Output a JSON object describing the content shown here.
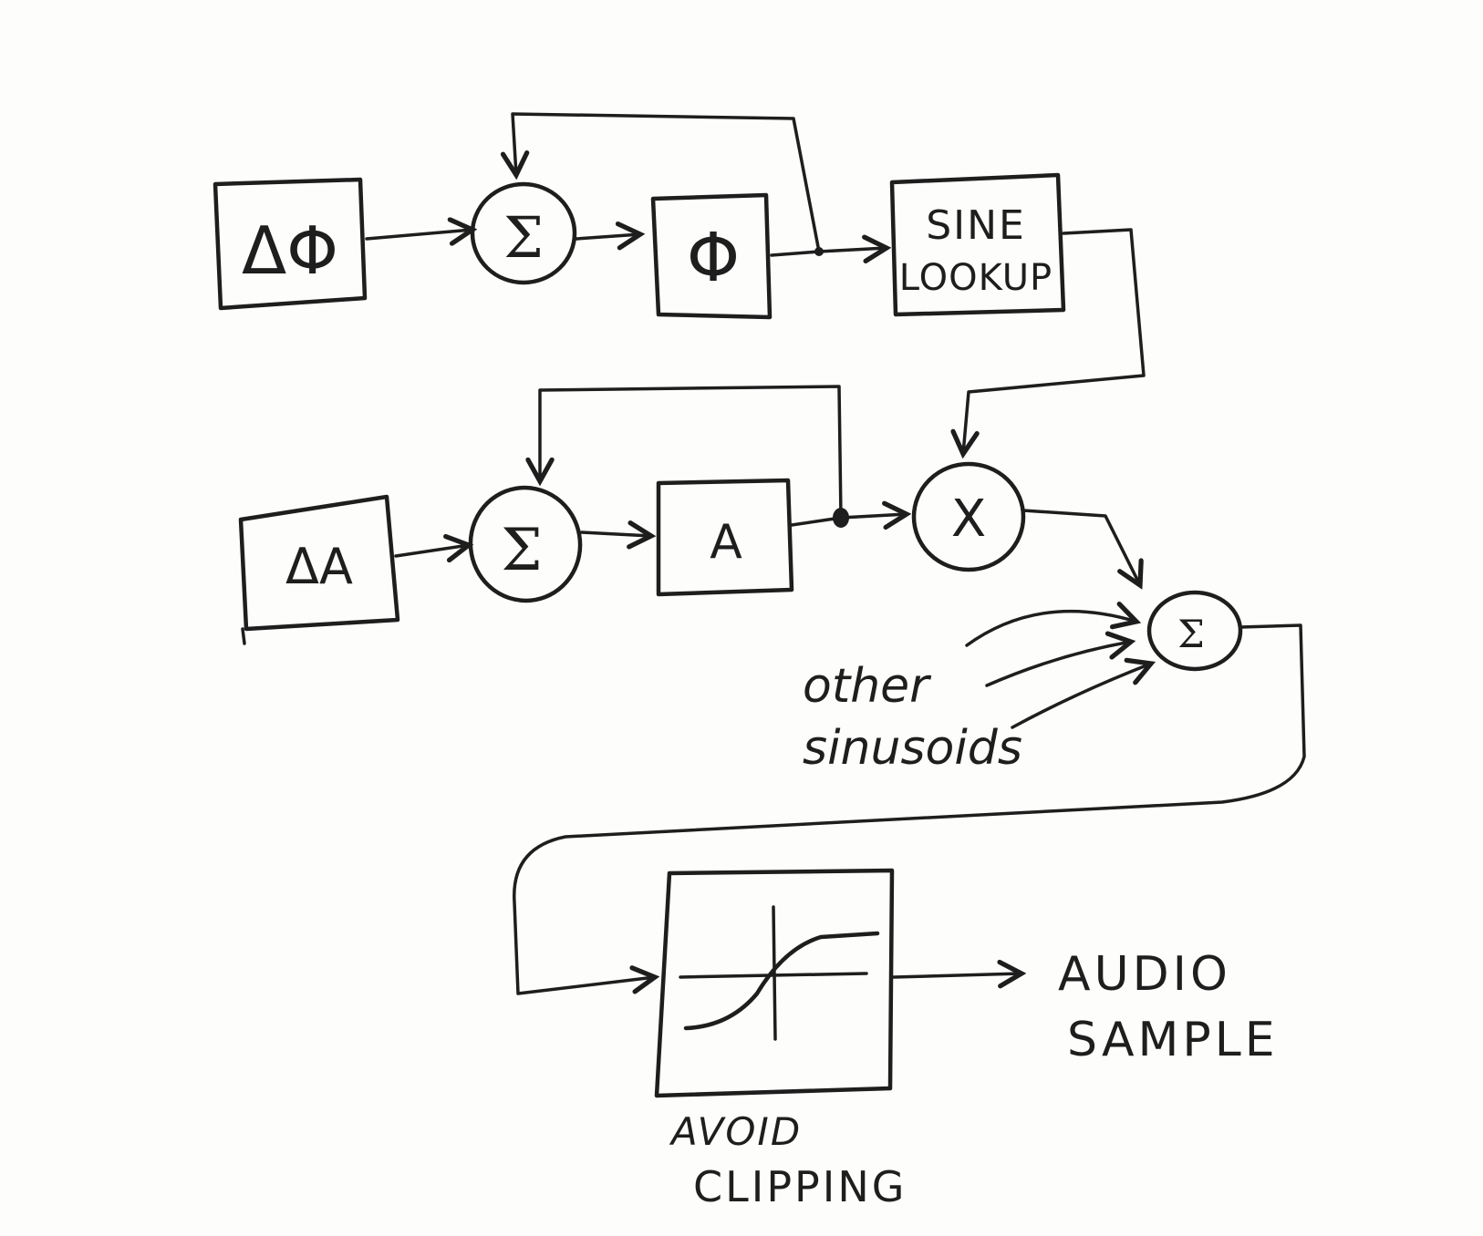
{
  "diagram": {
    "phase_increment_label": "ΔΦ",
    "phase_sum_label": "Σ",
    "phase_label": "Φ",
    "sine_lookup_label_line1": "SINE",
    "sine_lookup_label_line2": "LOOKUP",
    "amplitude_increment_label": "ΔA",
    "amplitude_sum_label": "Σ",
    "amplitude_label": "A",
    "multiply_label": "X",
    "mix_sum_label": "Σ",
    "other_sinusoids_line1": "other",
    "other_sinusoids_line2": "sinusoids",
    "avoid_clipping_line1": "AVOID",
    "avoid_clipping_line2": "CLIPPING",
    "output_line1": "AUDIO",
    "output_line2": "SAMPLE"
  },
  "colors": {
    "ink": "#1e1e1e",
    "paper": "#fdfdfb"
  }
}
